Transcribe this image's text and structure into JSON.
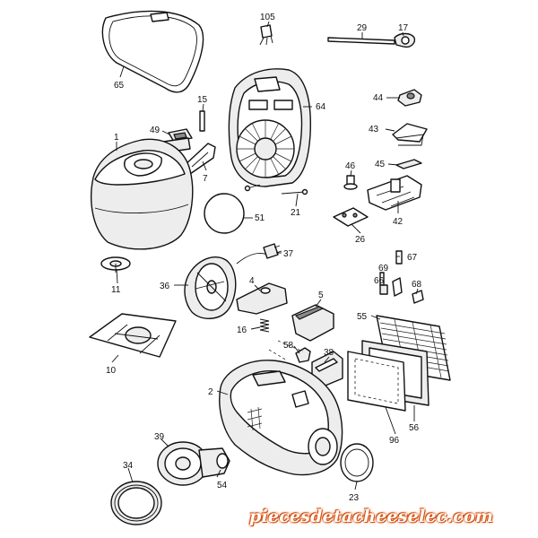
{
  "diagram": {
    "callouts": {
      "c105": "105",
      "c29": "29",
      "c17": "17",
      "c65": "65",
      "c64": "64",
      "c44": "44",
      "c15": "15",
      "c49": "49",
      "c43": "43",
      "c1": "1",
      "c7": "7",
      "c46": "46",
      "c45": "45",
      "c21": "21",
      "c51": "51",
      "c42": "42",
      "c26": "26",
      "c37": "37",
      "c67": "67",
      "c69": "69",
      "c11": "11",
      "c4": "4",
      "c36": "36",
      "c66": "66",
      "c68": "68",
      "c5": "5",
      "c55": "55",
      "c16": "16",
      "c58": "58",
      "c38": "38",
      "c10": "10",
      "c2": "2",
      "c56": "56",
      "c96": "96",
      "c39": "39",
      "c34": "34",
      "c54": "54",
      "c23": "23"
    }
  },
  "watermark": "piecesdetacheeselec.com"
}
